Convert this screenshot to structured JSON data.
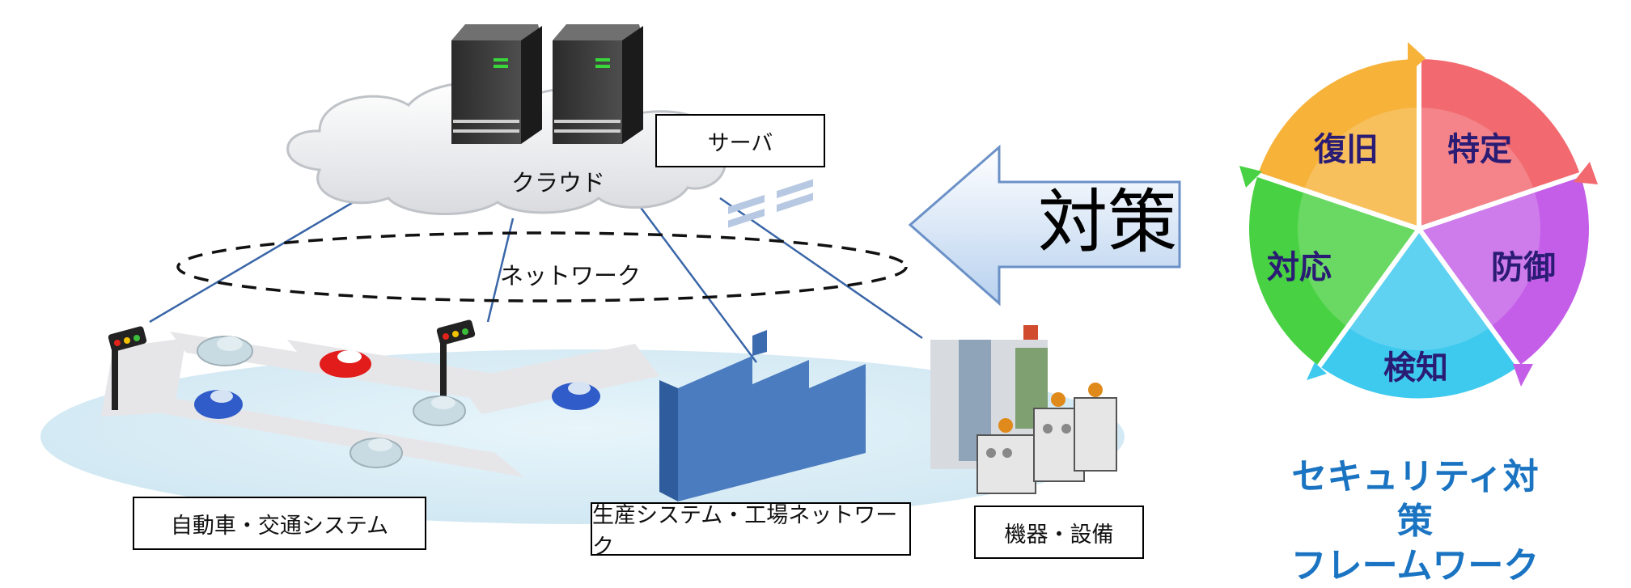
{
  "cloud": {
    "label": "クラウド"
  },
  "server": {
    "label": "サーバ"
  },
  "network": {
    "label": "ネットワーク"
  },
  "domains": {
    "vehicle": "自動車・交通システム",
    "factory": "生産システム・工場ネットワーク",
    "equipment": "機器・設備"
  },
  "countermeasure": {
    "label": "対策"
  },
  "framework": {
    "segments": [
      "特定",
      "防御",
      "検知",
      "対応",
      "復旧"
    ],
    "segment_colors": [
      "#f26a6f",
      "#c45ee8",
      "#3ec9ee",
      "#48d142",
      "#f7b23a"
    ],
    "title_line1": "セキュリティ対策",
    "title_line2": "フレームワーク"
  },
  "colors": {
    "accent": "#1a74c2",
    "lines": "#3a66a8",
    "segment_text": "#2a1b74"
  }
}
